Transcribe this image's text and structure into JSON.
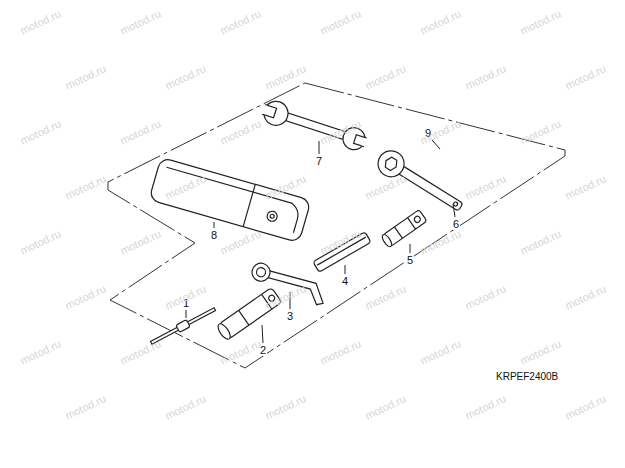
{
  "diagram": {
    "labels": [
      "1",
      "2",
      "3",
      "4",
      "5",
      "6",
      "7",
      "8",
      "9",
      "KRPEF2400B",
      "motod.ru",
      "motod.ru",
      "motod.ru",
      "motod.ru",
      "motod.ru",
      "motod.ru",
      "motod.ru",
      "motod.ru",
      "motod.ru",
      "motod.ru",
      "motod.ru",
      "motod.ru",
      "motod.ru",
      "motod.ru",
      "motod.ru",
      "motod.ru",
      "motod.ru",
      "motod.ru",
      "motod.ru",
      "motod.ru",
      "motod.ru",
      "motod.ru",
      "motod.ru",
      "motod.ru",
      "motod.ru",
      "motod.ru",
      "motod.ru",
      "motod.ru",
      "motod.ru",
      "motod.ru",
      "motod.ru",
      "motod.ru",
      "motod.ru",
      "motod.ru",
      "motod.ru",
      "motod.ru",
      "motod.ru",
      "motod.ru",
      "motod.ru",
      "motod.ru",
      "motod.ru",
      "motod.ru",
      "motod.ru",
      "motod.ru",
      "motod.ru",
      "motod.ru",
      "motod.ru",
      "motod.ru"
    ]
  }
}
